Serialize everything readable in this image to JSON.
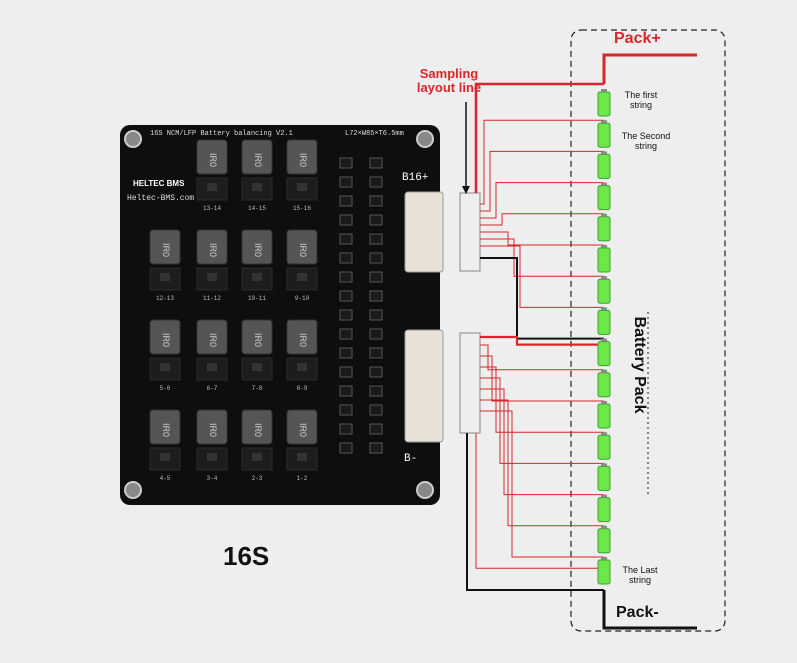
{
  "title": "16S",
  "board": {
    "header": "16S NCM/LFP Battery balancing V2.1",
    "dims": "L72×W85×T6.5mm",
    "brand": "HELTEC BMS",
    "website": "Heltec-BMS.com",
    "connector_top_label": "B16+",
    "connector_bottom_label": "B-",
    "inductor_text": "IR0",
    "pair_labels": [
      "13-14",
      "14-15",
      "15-16",
      "12-13",
      "11-12",
      "10-11",
      "9-10",
      "5-6",
      "6-7",
      "7-8",
      "8-9",
      "4-5",
      "3-4",
      "2-3",
      "1-2"
    ]
  },
  "labels": {
    "sampling": "Sampling layout line",
    "pack_plus": "Pack+",
    "pack_minus": "Pack-",
    "battery_pack": "Battery Pack",
    "first_string": "The first string",
    "second_string": "The Second string",
    "last_string": "The Last string"
  },
  "cells_count": 16,
  "colors": {
    "background": "#eeeeee",
    "board": "#0e0e0e",
    "sense_wire": "#d8262a",
    "ground_wire": "#111111",
    "cell": "#6de84a",
    "connector": "#e8e2d6",
    "inductor": "#555555"
  }
}
